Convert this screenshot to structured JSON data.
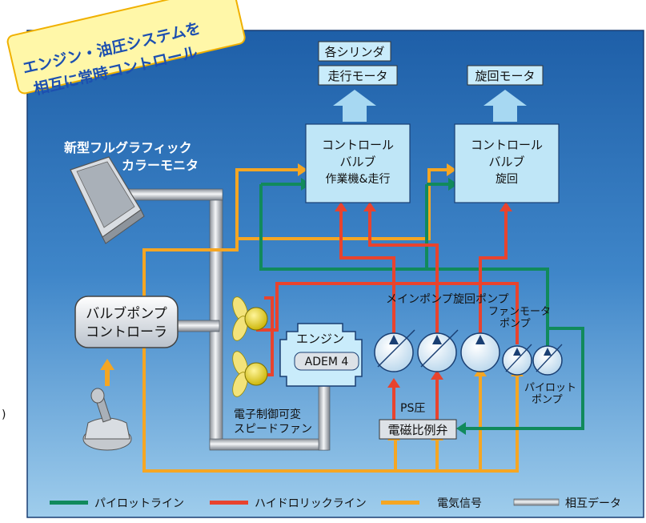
{
  "banner": {
    "line1": "エンジン・油圧システムを",
    "line2": "相互に常時コントロール"
  },
  "monitor_label": {
    "line1": "新型フルグラフィック",
    "line2": "カラーモニタ"
  },
  "controller_label": {
    "line1": "バルブポンプ",
    "line2": "コントローラ"
  },
  "top_outputs": {
    "left_line1": "各シリンダ",
    "left_line2": "走行モータ",
    "right": "旋回モータ"
  },
  "control_valve_left": {
    "line1": "コントロール",
    "line2": "バルブ",
    "line3": "作業機&走行"
  },
  "control_valve_right": {
    "line1": "コントロール",
    "line2": "バルブ",
    "line3": "旋回"
  },
  "engine": {
    "label": "エンジン",
    "ecu": "ADEM 4"
  },
  "fan_label": {
    "line1": "電子制御可変",
    "line2": "スピードファン"
  },
  "pump_labels": {
    "main": "メインポンプ",
    "swing": "旋回ポンプ",
    "fan_motor_1": "ファンモータ",
    "fan_motor_2": "ポンプ",
    "pilot_1": "パイロット",
    "pilot_2": "ポンプ"
  },
  "ps_label": "PS圧",
  "solenoid_valve": "電磁比例弁",
  "legend": {
    "pilot": "パイロットライン",
    "hydraulic": "ハイドロリックライン",
    "signal": "電気信号",
    "data": "相互データ"
  },
  "colors": {
    "pilot_line": "#118a5c",
    "hydraulic_line": "#e8432e",
    "signal_line": "#f5a623",
    "panel_bg": "#3a7fc4",
    "box_fill": "#bfe6f7"
  }
}
